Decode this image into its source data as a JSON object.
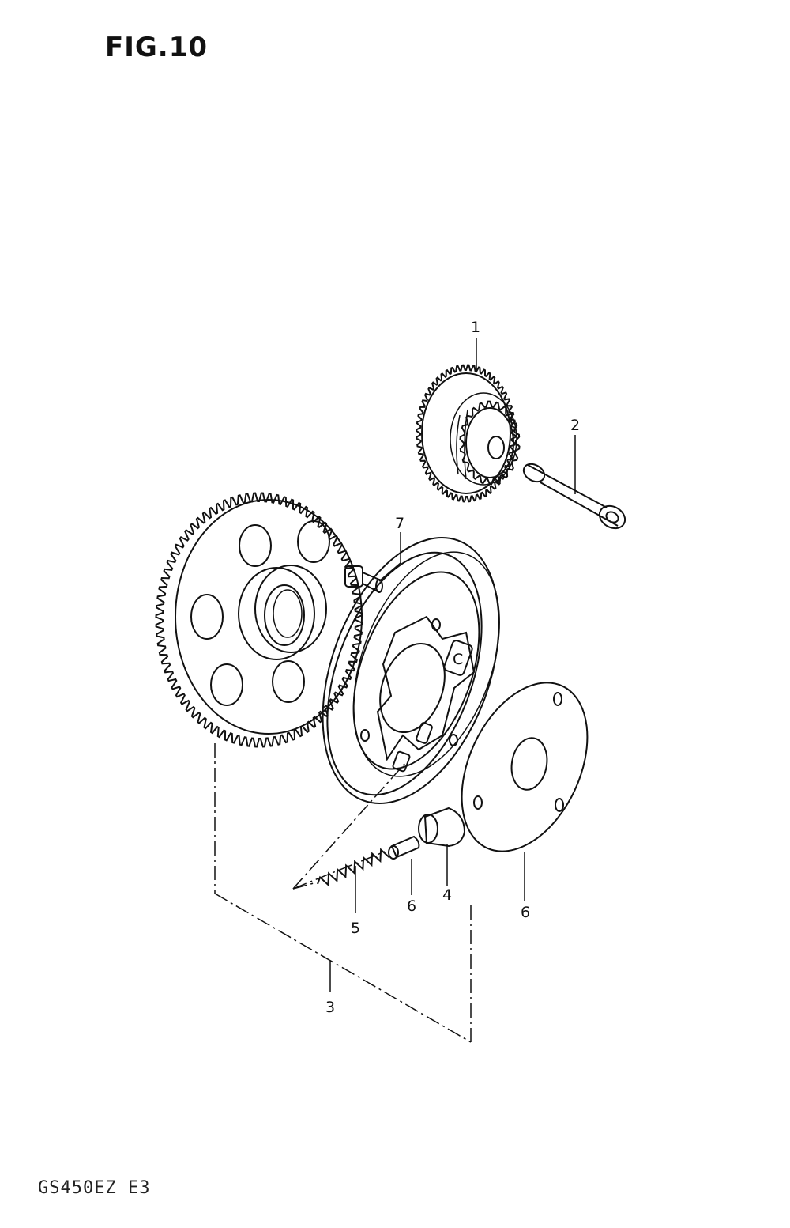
{
  "figure": {
    "title": "FIG.10",
    "model_code": "GS450EZ  E3"
  },
  "callouts": [
    {
      "id": "callout-1",
      "text": "1"
    },
    {
      "id": "callout-2",
      "text": "2"
    },
    {
      "id": "callout-7",
      "text": "7"
    },
    {
      "id": "callout-4",
      "text": "4"
    },
    {
      "id": "callout-6a",
      "text": "6"
    },
    {
      "id": "callout-6b",
      "text": "6"
    },
    {
      "id": "callout-5",
      "text": "5"
    },
    {
      "id": "callout-3",
      "text": "3"
    }
  ]
}
